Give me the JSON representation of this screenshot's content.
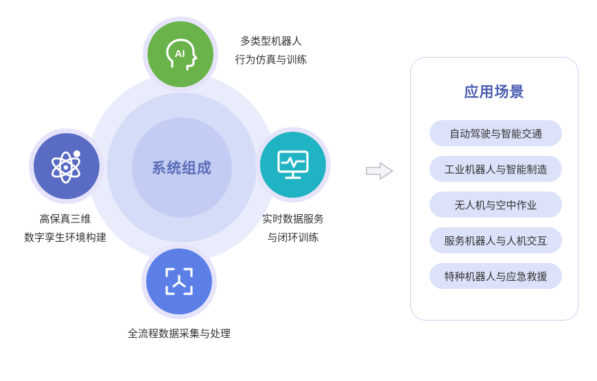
{
  "diagram": {
    "center_title": "系统组成",
    "nodes": [
      {
        "id": "top",
        "icon": "ai-head-icon",
        "color": "#6ab34a",
        "caption": [
          "多类型机器人",
          "行为仿真与训练"
        ]
      },
      {
        "id": "right",
        "icon": "monitor-pulse-icon",
        "color": "#1fb3c4",
        "caption": [
          "实时数据服务",
          "与闭环训练"
        ]
      },
      {
        "id": "bottom",
        "icon": "scan-frame-icon",
        "color": "#5b7fe6",
        "caption": [
          "全流程数据采集与处理"
        ]
      },
      {
        "id": "left",
        "icon": "atom-icon",
        "color": "#5a6bc4",
        "caption": [
          "高保真三维",
          "数字孪生环境构建"
        ]
      }
    ]
  },
  "panel": {
    "title": "应用场景",
    "items": [
      "自动驾驶与智能交通",
      "工业机器人与智能制造",
      "无人机与空中作业",
      "服务机器人与人机交互",
      "特种机器人与应急救援"
    ]
  },
  "colors": {
    "accent": "#4a5cb0",
    "pill_bg": "#dce2f9",
    "panel_border": "#c9d3ef"
  }
}
